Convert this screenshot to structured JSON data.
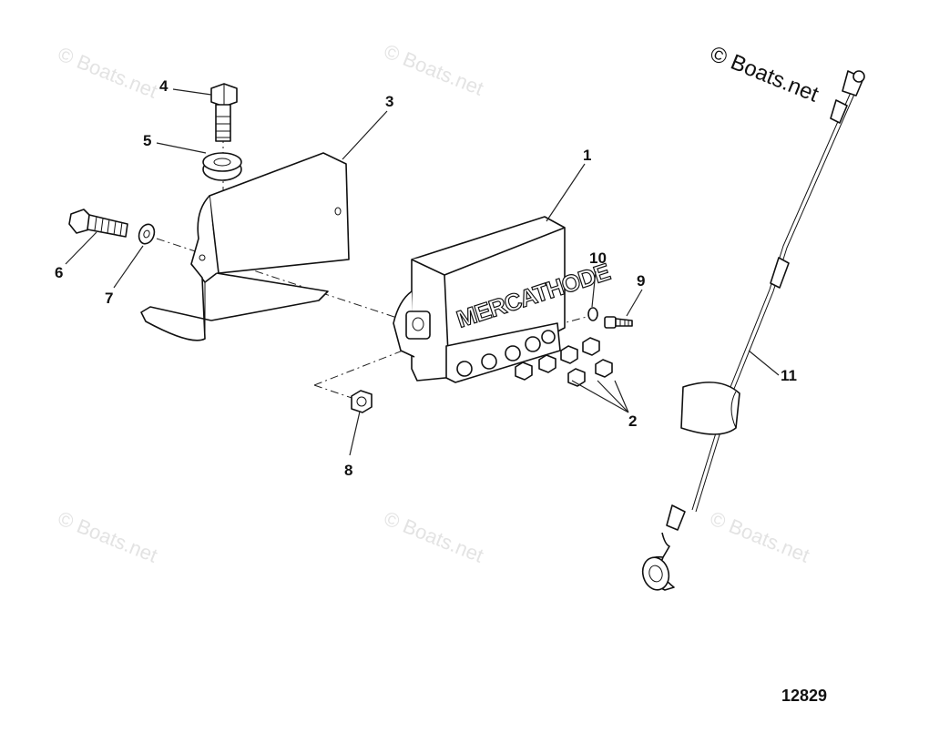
{
  "watermarks": {
    "main": "© Boats.net",
    "faint": [
      "© Boats.net",
      "© Boats.net",
      "© Boats.net",
      "© Boats.net",
      "© Boats.net"
    ]
  },
  "callouts": [
    "1",
    "2",
    "3",
    "4",
    "5",
    "6",
    "7",
    "8",
    "9",
    "10",
    "11"
  ],
  "part_stamp": "MERCATHODE",
  "figure_number": "12829"
}
